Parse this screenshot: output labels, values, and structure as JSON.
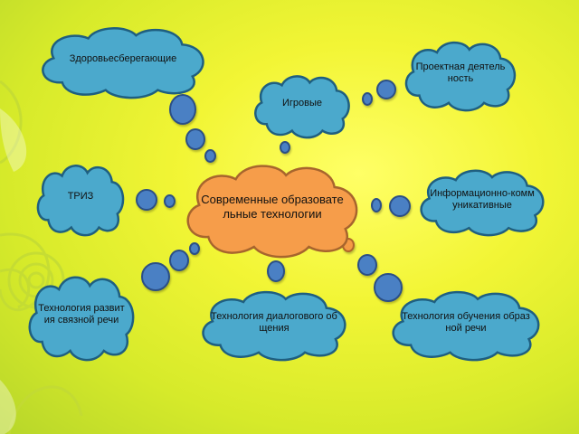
{
  "center": {
    "label": "Современные образовательные технологии"
  },
  "nodes": [
    {
      "id": "health",
      "label": "Здоровьесберегающие"
    },
    {
      "id": "project",
      "label": "Проектная деятельность"
    },
    {
      "id": "game",
      "label": "Игровые"
    },
    {
      "id": "triz",
      "label": "ТРИЗ"
    },
    {
      "id": "ict",
      "label": "Информационно-коммуникативные"
    },
    {
      "id": "speech",
      "label": "Технология развития связной речи"
    },
    {
      "id": "dialog",
      "label": "Технология диалогового общения"
    },
    {
      "id": "figurative",
      "label": "Технология обучения образной речи"
    }
  ],
  "colors": {
    "cloud_fill": "#4ba9cc",
    "cloud_stroke": "#1f5f80",
    "center_fill": "#f69d4a",
    "center_stroke": "#a7652d",
    "dot_fill": "#4a80c4"
  }
}
